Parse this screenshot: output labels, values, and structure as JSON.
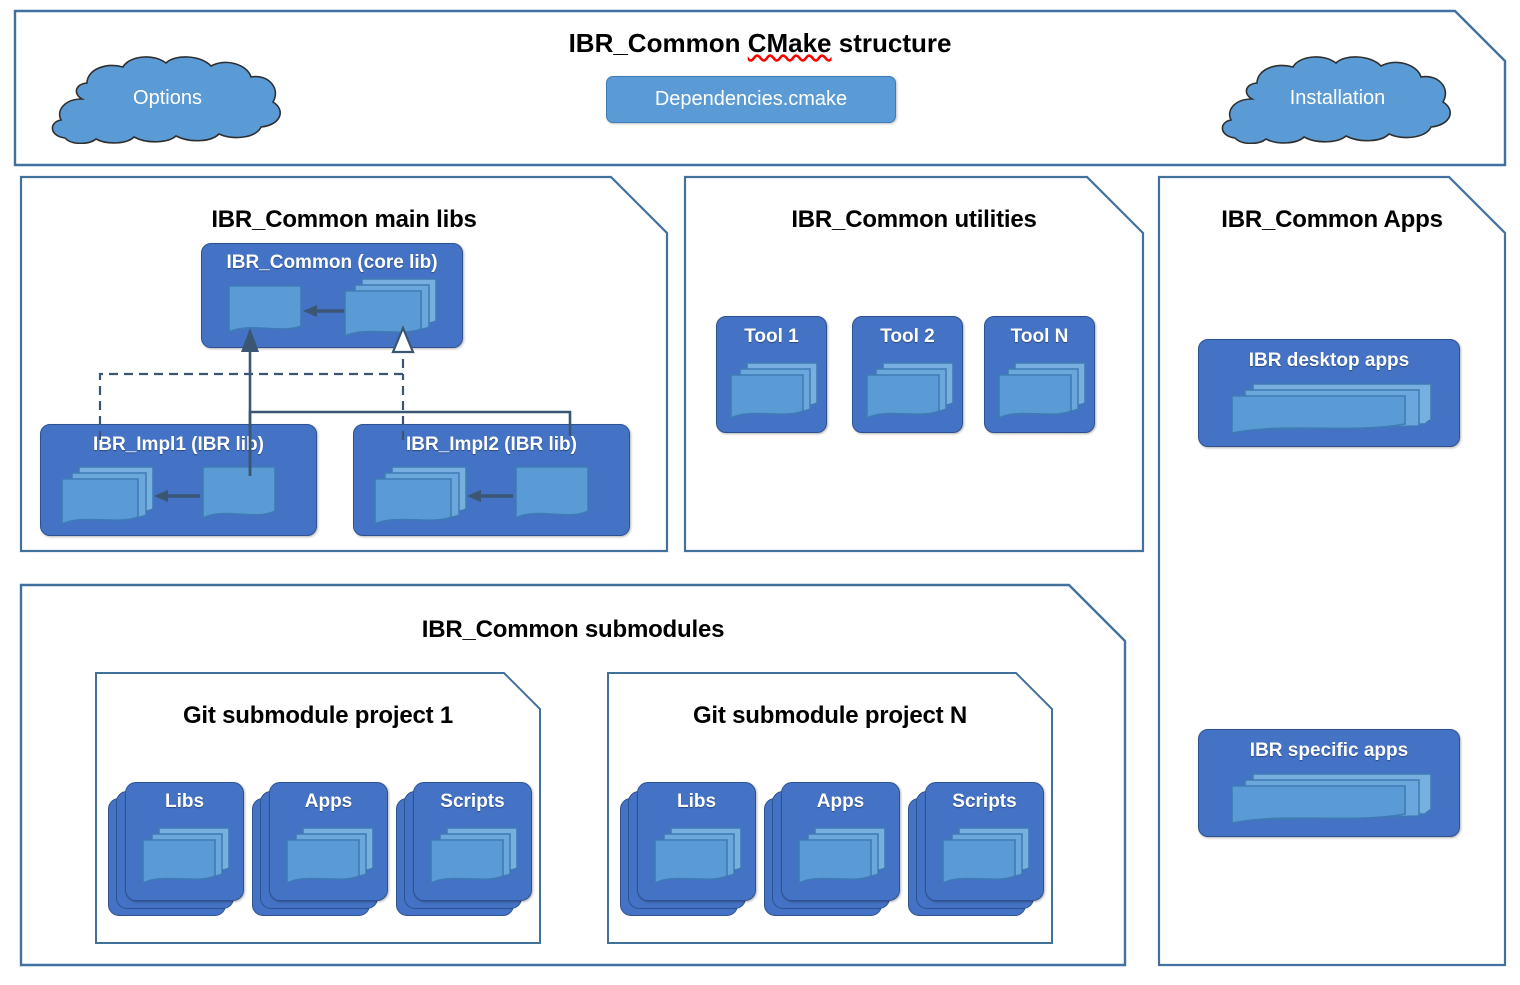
{
  "diagram": {
    "title_prefix": "IBR_Common ",
    "title_misspelled": "CMake",
    "title_suffix": " structure",
    "colors": {
      "panel_border": "#41719C",
      "card_fill": "#4472C4",
      "card_border": "#2E528F",
      "doc_fill": "#5B9BD5",
      "doc_border": "#3E7CB5",
      "cloud_fill": "#5B9BD5",
      "cloud_border": "#2F2F2F",
      "connector": "#3A5673",
      "spellcheck_underline": "#FF0000",
      "background": "#FFFFFF"
    }
  },
  "header": {
    "options_cloud": "Options",
    "installation_cloud": "Installation",
    "dependencies_box": "Dependencies.cmake"
  },
  "main_libs": {
    "title": "IBR_Common main libs",
    "core": {
      "label": "IBR_Common (core lib)",
      "icons": [
        "single-document",
        "document-stack"
      ]
    },
    "impls": [
      {
        "label": "IBR_Impl1 (IBR lib)",
        "icons": [
          "document-stack",
          "single-document"
        ]
      },
      {
        "label": "IBR_Impl2 (IBR lib)",
        "icons": [
          "document-stack",
          "single-document"
        ]
      }
    ],
    "connectors": [
      {
        "from": "IBR_Impl1 (IBR lib)",
        "to": "IBR_Common (core lib)",
        "style": "solid",
        "arrow": "filled"
      },
      {
        "from": "IBR_Impl2 (IBR lib)",
        "to": "IBR_Common (core lib)",
        "style": "dashed",
        "arrow": "hollow"
      }
    ]
  },
  "utilities": {
    "title": "IBR_Common utilities",
    "tools": [
      {
        "label": "Tool 1",
        "icon": "document-stack"
      },
      {
        "label": "Tool 2",
        "icon": "document-stack"
      },
      {
        "label": "Tool N",
        "icon": "document-stack"
      }
    ]
  },
  "apps": {
    "title": "IBR_Common Apps",
    "items": [
      {
        "label": "IBR desktop apps",
        "icon": "document-stack-wide"
      },
      {
        "label": "IBR specific apps",
        "icon": "document-stack-wide"
      }
    ]
  },
  "submodules": {
    "title": "IBR_Common submodules",
    "projects": [
      {
        "title": "Git submodule project 1",
        "groups": [
          {
            "label": "Libs",
            "icon": "document-stack"
          },
          {
            "label": "Apps",
            "icon": "document-stack"
          },
          {
            "label": "Scripts",
            "icon": "document-stack"
          }
        ]
      },
      {
        "title": "Git submodule project N",
        "groups": [
          {
            "label": "Libs",
            "icon": "document-stack"
          },
          {
            "label": "Apps",
            "icon": "document-stack"
          },
          {
            "label": "Scripts",
            "icon": "document-stack"
          }
        ]
      }
    ]
  }
}
